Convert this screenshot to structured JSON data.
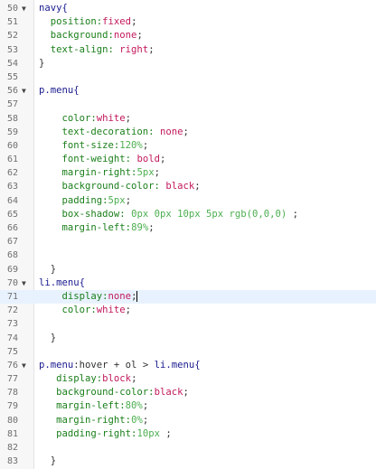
{
  "editor": {
    "active_line": 71,
    "colors": {
      "selector": "#1a1a8f",
      "property": "#1a7f1a",
      "value": "#c2185b",
      "number": "#4caf50",
      "punct": "#333333",
      "active_bg": "#e8f2ff",
      "gutter_bg": "#f7f7f7"
    },
    "lines": [
      {
        "n": "50",
        "fold": true,
        "active": false,
        "tokens": [
          {
            "t": "navy{",
            "c": "selector"
          }
        ]
      },
      {
        "n": "51",
        "fold": false,
        "active": false,
        "tokens": [
          {
            "t": "  position:",
            "c": "property"
          },
          {
            "t": "fixed",
            "c": "value"
          },
          {
            "t": ";",
            "c": "punct"
          }
        ]
      },
      {
        "n": "52",
        "fold": false,
        "active": false,
        "tokens": [
          {
            "t": "  background:",
            "c": "property"
          },
          {
            "t": "none",
            "c": "value"
          },
          {
            "t": ";",
            "c": "punct"
          }
        ]
      },
      {
        "n": "53",
        "fold": false,
        "active": false,
        "tokens": [
          {
            "t": "  text-align: ",
            "c": "property"
          },
          {
            "t": "right",
            "c": "value"
          },
          {
            "t": ";",
            "c": "punct"
          }
        ]
      },
      {
        "n": "54",
        "fold": false,
        "active": false,
        "tokens": [
          {
            "t": "}",
            "c": "punct"
          }
        ]
      },
      {
        "n": "55",
        "fold": false,
        "active": false,
        "tokens": []
      },
      {
        "n": "56",
        "fold": true,
        "active": false,
        "tokens": [
          {
            "t": "p.menu{",
            "c": "selector"
          }
        ]
      },
      {
        "n": "57",
        "fold": false,
        "active": false,
        "tokens": []
      },
      {
        "n": "58",
        "fold": false,
        "active": false,
        "tokens": [
          {
            "t": "    color:",
            "c": "property"
          },
          {
            "t": "white",
            "c": "value"
          },
          {
            "t": ";",
            "c": "punct"
          }
        ]
      },
      {
        "n": "59",
        "fold": false,
        "active": false,
        "tokens": [
          {
            "t": "    text-decoration: ",
            "c": "property"
          },
          {
            "t": "none",
            "c": "value"
          },
          {
            "t": ";",
            "c": "punct"
          }
        ]
      },
      {
        "n": "60",
        "fold": false,
        "active": false,
        "tokens": [
          {
            "t": "    font-size:",
            "c": "property"
          },
          {
            "t": "120%",
            "c": "number"
          },
          {
            "t": ";",
            "c": "punct"
          }
        ]
      },
      {
        "n": "61",
        "fold": false,
        "active": false,
        "tokens": [
          {
            "t": "    font-weight: ",
            "c": "property"
          },
          {
            "t": "bold",
            "c": "value"
          },
          {
            "t": ";",
            "c": "punct"
          }
        ]
      },
      {
        "n": "62",
        "fold": false,
        "active": false,
        "tokens": [
          {
            "t": "    margin-right:",
            "c": "property"
          },
          {
            "t": "5px",
            "c": "number"
          },
          {
            "t": ";",
            "c": "punct"
          }
        ]
      },
      {
        "n": "63",
        "fold": false,
        "active": false,
        "tokens": [
          {
            "t": "    background-color: ",
            "c": "property"
          },
          {
            "t": "black",
            "c": "value"
          },
          {
            "t": ";",
            "c": "punct"
          }
        ]
      },
      {
        "n": "64",
        "fold": false,
        "active": false,
        "tokens": [
          {
            "t": "    padding:",
            "c": "property"
          },
          {
            "t": "5px",
            "c": "number"
          },
          {
            "t": ";",
            "c": "punct"
          }
        ]
      },
      {
        "n": "65",
        "fold": false,
        "active": false,
        "tokens": [
          {
            "t": "    box-shadow: ",
            "c": "property"
          },
          {
            "t": "0px 0px 10px 5px rgb(0,0,0)",
            "c": "number"
          },
          {
            "t": " ;",
            "c": "punct"
          }
        ]
      },
      {
        "n": "66",
        "fold": false,
        "active": false,
        "tokens": [
          {
            "t": "    margin-left:",
            "c": "property"
          },
          {
            "t": "89%",
            "c": "number"
          },
          {
            "t": ";",
            "c": "punct"
          }
        ]
      },
      {
        "n": "67",
        "fold": false,
        "active": false,
        "tokens": []
      },
      {
        "n": "68",
        "fold": false,
        "active": false,
        "tokens": []
      },
      {
        "n": "69",
        "fold": false,
        "active": false,
        "tokens": [
          {
            "t": "  }",
            "c": "punct"
          }
        ]
      },
      {
        "n": "70",
        "fold": true,
        "active": false,
        "tokens": [
          {
            "t": "li.menu{",
            "c": "selector"
          }
        ]
      },
      {
        "n": "71",
        "fold": false,
        "active": true,
        "tokens": [
          {
            "t": "    display:",
            "c": "property"
          },
          {
            "t": "none",
            "c": "value"
          },
          {
            "t": ";",
            "c": "punct"
          }
        ]
      },
      {
        "n": "72",
        "fold": false,
        "active": false,
        "tokens": [
          {
            "t": "    color:",
            "c": "property"
          },
          {
            "t": "white",
            "c": "value"
          },
          {
            "t": ";",
            "c": "punct"
          }
        ]
      },
      {
        "n": "73",
        "fold": false,
        "active": false,
        "tokens": []
      },
      {
        "n": "74",
        "fold": false,
        "active": false,
        "tokens": [
          {
            "t": "  }",
            "c": "punct"
          }
        ]
      },
      {
        "n": "75",
        "fold": false,
        "active": false,
        "tokens": []
      },
      {
        "n": "76",
        "fold": true,
        "active": false,
        "tokens": [
          {
            "t": "p.menu",
            "c": "selector"
          },
          {
            "t": ":hover + ol > ",
            "c": "punct"
          },
          {
            "t": "li.menu{",
            "c": "selector"
          }
        ]
      },
      {
        "n": "77",
        "fold": false,
        "active": false,
        "tokens": [
          {
            "t": "   display:",
            "c": "property"
          },
          {
            "t": "block",
            "c": "value"
          },
          {
            "t": ";",
            "c": "punct"
          }
        ]
      },
      {
        "n": "78",
        "fold": false,
        "active": false,
        "tokens": [
          {
            "t": "   background-color:",
            "c": "property"
          },
          {
            "t": "black",
            "c": "value"
          },
          {
            "t": ";",
            "c": "punct"
          }
        ]
      },
      {
        "n": "79",
        "fold": false,
        "active": false,
        "tokens": [
          {
            "t": "   margin-left:",
            "c": "property"
          },
          {
            "t": "80%",
            "c": "number"
          },
          {
            "t": ";",
            "c": "punct"
          }
        ]
      },
      {
        "n": "80",
        "fold": false,
        "active": false,
        "tokens": [
          {
            "t": "   margin-right:",
            "c": "property"
          },
          {
            "t": "0%",
            "c": "number"
          },
          {
            "t": ";",
            "c": "punct"
          }
        ]
      },
      {
        "n": "81",
        "fold": false,
        "active": false,
        "tokens": [
          {
            "t": "   padding-right:",
            "c": "property"
          },
          {
            "t": "10px",
            "c": "number"
          },
          {
            "t": " ;",
            "c": "punct"
          }
        ]
      },
      {
        "n": "82",
        "fold": false,
        "active": false,
        "tokens": []
      },
      {
        "n": "83",
        "fold": false,
        "active": false,
        "tokens": [
          {
            "t": "  }",
            "c": "punct"
          }
        ]
      }
    ]
  }
}
